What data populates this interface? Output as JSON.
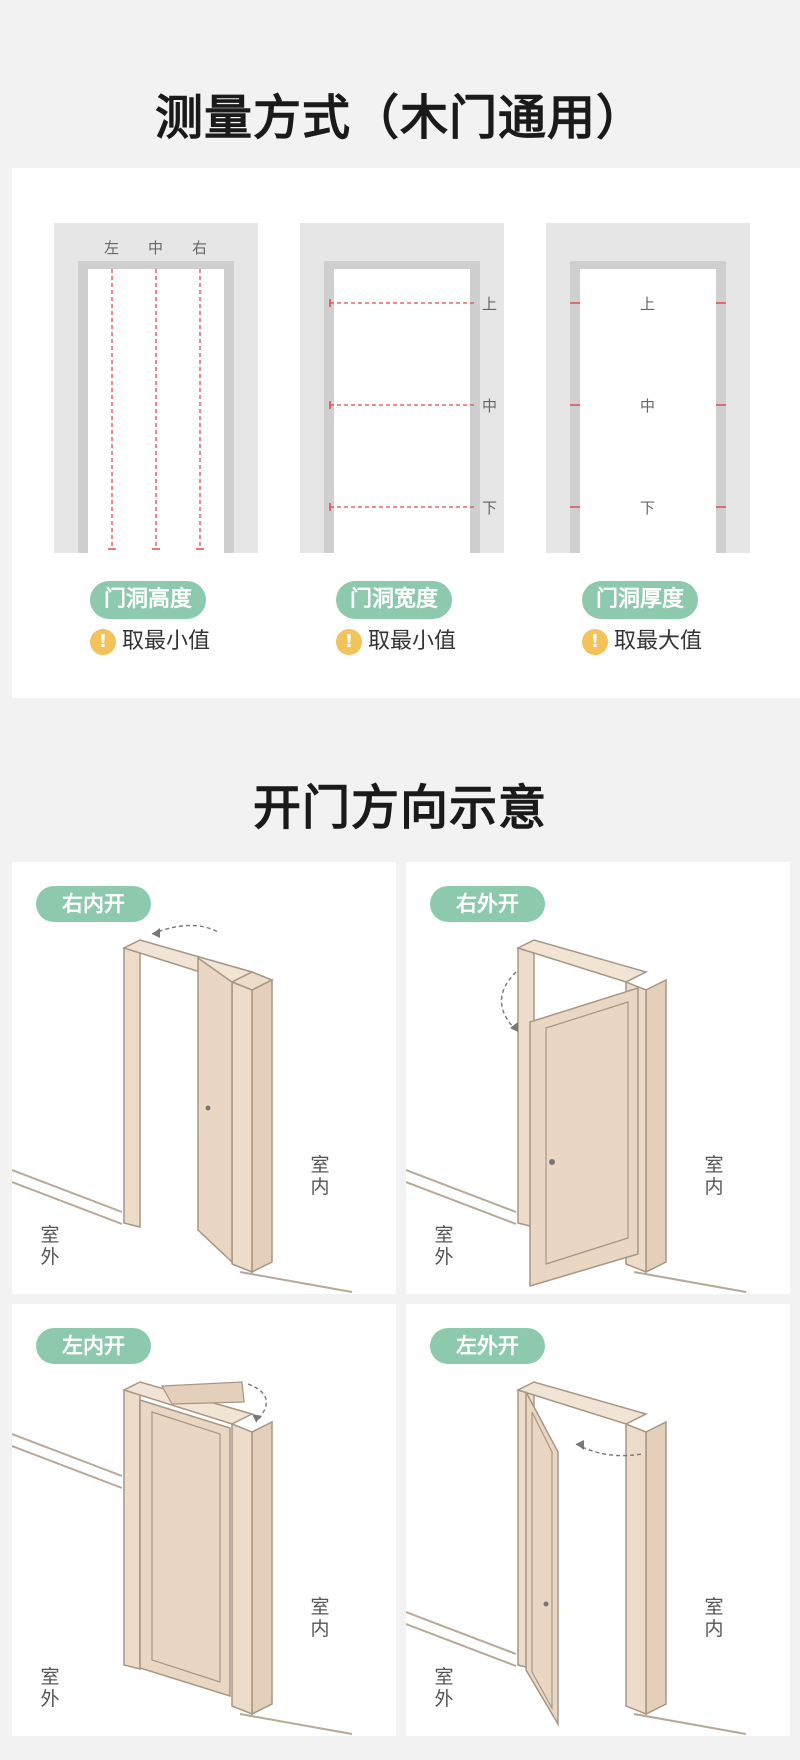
{
  "section1_title": "测量方式（木门通用）",
  "section2_title": "开门方向示意",
  "measure": [
    {
      "labels": [
        "左",
        "中",
        "右"
      ],
      "pill": "门洞高度",
      "note": "取最小值",
      "warn": "!"
    },
    {
      "labels": [
        "上",
        "中",
        "下"
      ],
      "pill": "门洞宽度",
      "note": "取最小值",
      "warn": "!"
    },
    {
      "labels": [
        "上",
        "中",
        "下"
      ],
      "pill": "门洞厚度",
      "note": "取最大值",
      "warn": "!"
    }
  ],
  "doors": [
    {
      "label": "右内开",
      "inside": "室内",
      "outside": "室外"
    },
    {
      "label": "右外开",
      "inside": "室内",
      "outside": "室外"
    },
    {
      "label": "左内开",
      "inside": "室内",
      "outside": "室外"
    },
    {
      "label": "左外开",
      "inside": "室内",
      "outside": "室外"
    }
  ],
  "colors": {
    "accent": "#8dc9ad",
    "warn": "#f4c25a",
    "measure_line": "#e04a4a",
    "door_fill": "#e9d6c3",
    "door_stroke": "#a89684"
  }
}
